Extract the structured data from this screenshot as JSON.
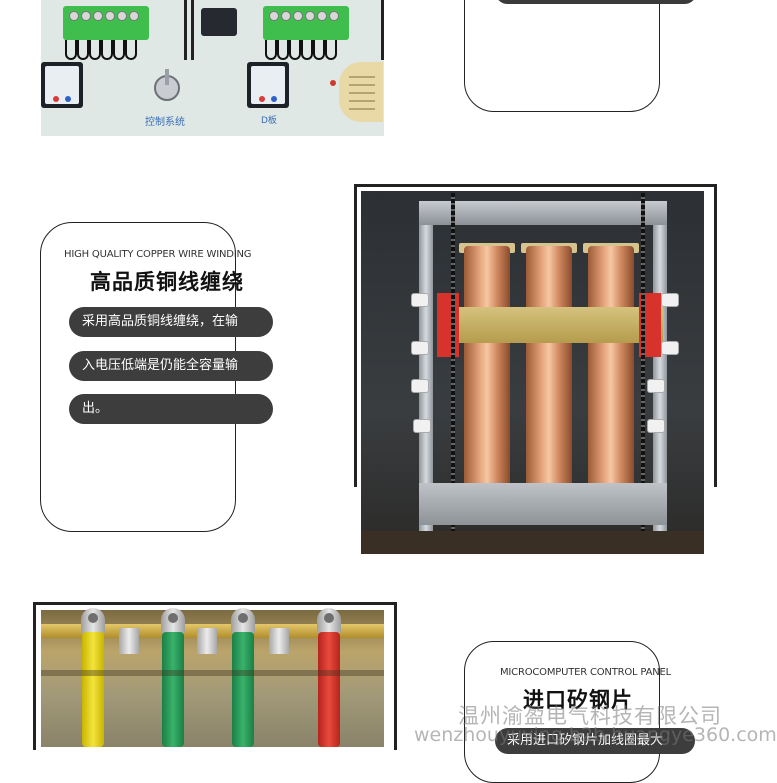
{
  "top_section": {
    "board_label": "控制系统",
    "board_label_2": "D板"
  },
  "middle_section": {
    "subtitle": "HIGH QUALITY COPPER WIRE WINDING",
    "title": "高品质铜线缠绕",
    "description_lines": [
      "采用高品质铜线缠绕，在输",
      "入电压低端是仍能全容量输",
      "出。"
    ]
  },
  "bottom_section": {
    "subtitle": "MICROCOMPUTER CONTROL PANEL",
    "title": "进口矽钢片",
    "description_line": "采用进口矽钢片加线圈最大"
  },
  "watermark": {
    "company": "温州渝盈电气科技有限公司",
    "url": "wenzhouyuying.b2b.huangye360.com"
  }
}
